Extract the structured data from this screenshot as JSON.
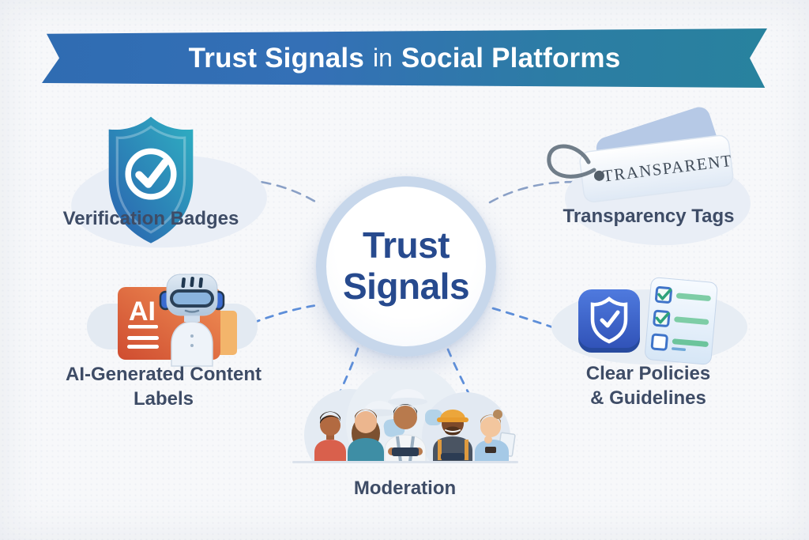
{
  "banner": {
    "title_part1": "Trust Signals",
    "title_part2": "in",
    "title_part3": "Social Platforms"
  },
  "center": {
    "line1": "Trust",
    "line2": "Signals"
  },
  "nodes": {
    "verification": {
      "label": "Verification Badges",
      "icon": "shield-check-icon"
    },
    "transparency": {
      "label": "Transparency Tags",
      "icon": "price-tag-icon",
      "tag_text": "TRANSPARENT"
    },
    "ai_labels": {
      "line1": "AI-Generated Content",
      "line2": "Labels",
      "icon": "ai-robot-icon",
      "badge_text": "AI"
    },
    "policies": {
      "line1": "Clear Policies",
      "line2": "& Guidelines",
      "icon": "shield-checklist-icon"
    },
    "moderation": {
      "label": "Moderation",
      "icon": "people-group-illustration"
    }
  },
  "colors": {
    "banner_blue": "#2f6cb2",
    "banner_teal": "#28829e",
    "center_ring": "#c7d7eb",
    "center_text": "#274a8e",
    "label_text": "#3e4c66",
    "connector_muted": "#8aa0c6",
    "connector_bright": "#5d8ed9",
    "shield_blue": "#2a5fae",
    "shield_teal": "#2fb0c2",
    "ai_card_orange": "#d0502f",
    "policy_square_blue": "#3b63c9",
    "checklist_green": "#7ecda6",
    "background": "#f7f8fa"
  }
}
